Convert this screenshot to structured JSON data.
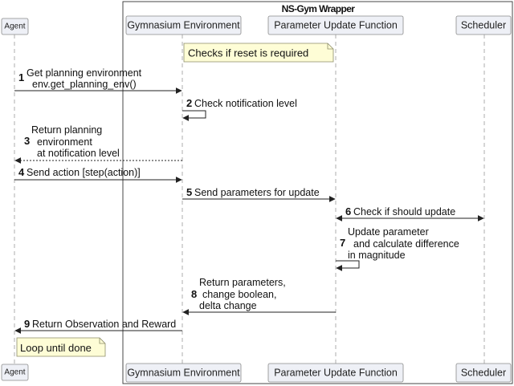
{
  "frame_title": "NS-Gym Wrapper",
  "participants": {
    "agent": "Agent",
    "env": "Gymnasium Environment",
    "puf": "Parameter Update Function",
    "sched": "Scheduler"
  },
  "notes": {
    "reset": "Checks if reset is required",
    "loop": "Loop until done"
  },
  "messages": [
    {
      "num": "1",
      "lines": [
        "Get planning environment",
        "env.get_planning_env()"
      ]
    },
    {
      "num": "2",
      "lines": [
        "Check notification level"
      ]
    },
    {
      "num": "3",
      "lines": [
        "Return planning",
        "environment",
        "at notification level"
      ]
    },
    {
      "num": "4",
      "lines": [
        "Send action [step(action)]"
      ]
    },
    {
      "num": "5",
      "lines": [
        "Send parameters for update"
      ]
    },
    {
      "num": "6",
      "lines": [
        "Check if should update"
      ]
    },
    {
      "num": "7",
      "lines": [
        "Update parameter",
        "and calculate difference",
        "in magnitude"
      ]
    },
    {
      "num": "8",
      "lines": [
        "Return parameters,",
        "change boolean,",
        "delta change"
      ]
    },
    {
      "num": "9",
      "lines": [
        "Return Observation and Reward"
      ]
    }
  ]
}
